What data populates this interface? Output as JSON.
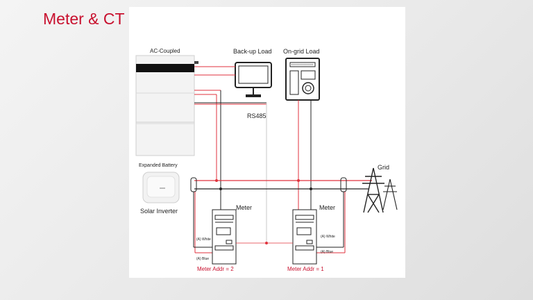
{
  "slide": {
    "title": "Meter & CT solution"
  },
  "diagram": {
    "labels": {
      "ac_coupled": "AC-Coupled",
      "expanded_battery": "Expanded Battery",
      "backup_load": "Back-up Load",
      "ongrid_load": "On-grid Load",
      "rs485": "RS485",
      "grid": "Grid",
      "solar_inverter": "Solar Inverter",
      "meter_left": "Meter",
      "meter_right": "Meter",
      "ct_white_left": "(A) White",
      "ct_blue_left": "(A) Blue",
      "ct_white_right": "(A) White",
      "ct_blue_right": "(A) Blue",
      "meter_addr_left": "Meter Addr = 2",
      "meter_addr_right": "Meter Addr = 1"
    },
    "colors": {
      "title": "#c8102e",
      "live_wire": "#e0323c",
      "neutral_wire": "#222222",
      "rs485_wire": "#c9c9c9",
      "addr_text": "#c8102e"
    }
  }
}
